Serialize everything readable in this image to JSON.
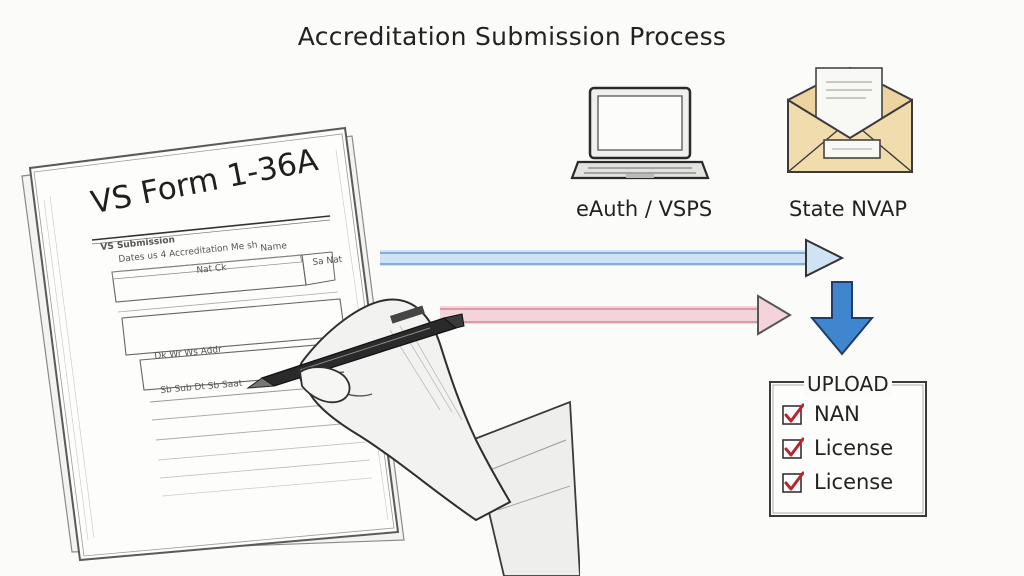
{
  "title": "Accreditation Submission Process",
  "form": {
    "title": "VS Form 1-36A",
    "scribbles": [
      "VS Submission",
      "Dates us 4 Accreditation Me sh",
      "Name",
      "Nat Ck",
      "Sa Nat",
      "Dk Wr Ws Addr",
      "Sb Sub Dt Sb Saat"
    ]
  },
  "systems": [
    {
      "label": "eAuth / VSPS",
      "icon": "laptop-icon"
    },
    {
      "label": "State NVAP",
      "icon": "envelope-icon"
    }
  ],
  "arrows": [
    {
      "name": "blue-arrow",
      "color": "#8ab8dd"
    },
    {
      "name": "pink-arrow",
      "color": "#e8a6b4"
    },
    {
      "name": "down-arrow",
      "color": "#3f86cf"
    }
  ],
  "upload": {
    "title": "UPLOAD",
    "items": [
      "NAN",
      "License",
      "License"
    ],
    "check_color": "#b8262c"
  }
}
